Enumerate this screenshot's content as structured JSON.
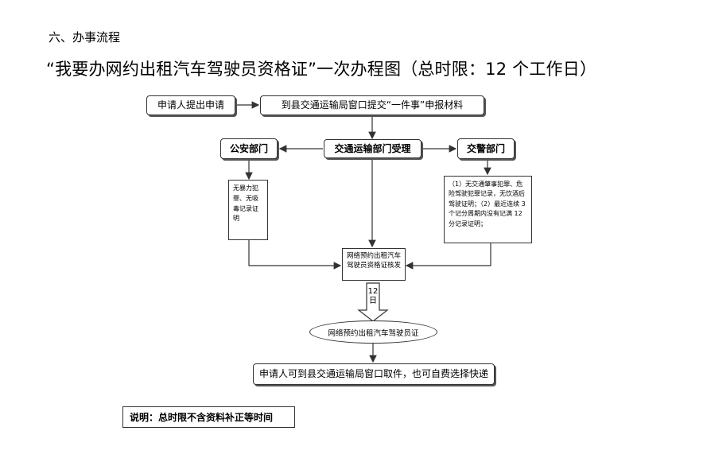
{
  "section_heading": "六、办事流程",
  "title": "“我要办网约出租汽车驾驶员资格证”一次办程图（总时限：12 个工作日）",
  "flow": {
    "applicant_submit": "申请人提出申请",
    "window_submit": "到县交通运输局窗口提交“一件事”申报材料",
    "transport_accept": "交通运输部门受理",
    "police_dept": "公安部门",
    "traffic_police_dept": "交警部门",
    "police_check": "无暴力犯罪、无吸毒记录证明",
    "traffic_check": "（1）无交通肇事犯罪、危险驾驶犯罪记录，无饮酒后驾驶证明；（2）最近连续 3 个记分周期内没有记满 12 分记录证明；",
    "certificate_issue": "网络预约出租汽车驾驶员资格证核发",
    "duration_days": "12 日",
    "certificate": "网络预约出租汽车驾驶员证",
    "pickup": "申请人可到县交通运输局窗口取件，也可自费选择快递"
  },
  "note": "说明：总时限不含资料补正等时间"
}
